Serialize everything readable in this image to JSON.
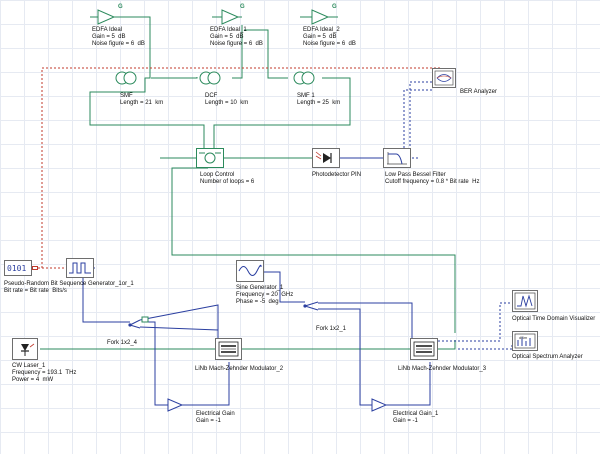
{
  "components": {
    "edfa0": {
      "gain_symbol": "G",
      "name": "EDFA Ideal",
      "gain": "Gain = 5  dB",
      "noise": "Noise figure = 6  dB"
    },
    "edfa1": {
      "gain_symbol": "G",
      "name": "EDFA Ideal_1",
      "gain": "Gain = 5  dB",
      "noise": "Noise figure = 6  dB"
    },
    "edfa2": {
      "gain_symbol": "G",
      "name": "EDFA Ideal_2",
      "gain": "Gain = 5  dB",
      "noise": "Noise figure = 6  dB"
    },
    "smf0": {
      "name": "SMF",
      "length": "Length = 21  km"
    },
    "dcf": {
      "name": "DCF",
      "length": "Length = 10  km"
    },
    "smf1": {
      "name": "SMF 1",
      "length": "Length = 25  km"
    },
    "ber": {
      "name": "BER Analyzer"
    },
    "loop": {
      "name": "Loop Control",
      "param": "Number of loops = 6"
    },
    "pin": {
      "name": "Photodetector PIN"
    },
    "filter": {
      "name": "Low Pass Bessel Filter",
      "param": "Cutoff frequency = 0.8 * Bit rate  Hz"
    },
    "prbs": {
      "name": "Pseudo-Random Bit Sequence Generator_1or_1",
      "param": "Bit rate = Bit rate  Bits/s",
      "glyph": "0101"
    },
    "sine": {
      "name": "Sine Generator_1",
      "freq": "Frequency = 20  GHz",
      "phase": "Phase = -5  deg"
    },
    "fork1": {
      "name": "Fork 1x2_1"
    },
    "fork2": {
      "name": "Fork 1x2_4"
    },
    "laser": {
      "name": "CW Laser_1",
      "freq": "Frequency = 193.1  THz",
      "power": "Power = 4  mW"
    },
    "mzm2": {
      "name": "LiNb Mach-Zehnder Modulator_2"
    },
    "mzm3": {
      "name": "LiNb Mach-Zehnder Modulator_3"
    },
    "egain": {
      "name": "Electrical Gain",
      "gain": "Gain = -1"
    },
    "egain1": {
      "name": "Electrical Gain_1",
      "gain": "Gain = -1"
    },
    "otdv": {
      "name": "Optical Time Domain Visualizer"
    },
    "osa": {
      "name": "Optical Spectrum Analyzer",
      "glyph": "dBm"
    }
  },
  "colors": {
    "optical": "#2b8a5c",
    "electrical": "#2b3fa0",
    "binary": "#c0392b",
    "frame": "#6e6e6e"
  }
}
